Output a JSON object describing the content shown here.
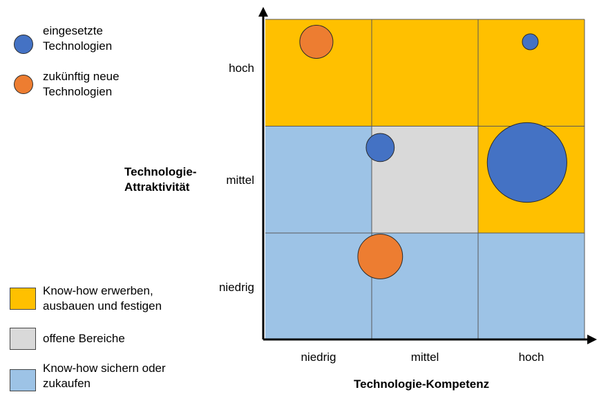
{
  "colors": {
    "orange_zone": "#FFC000",
    "blue_zone": "#9DC3E6",
    "grey_zone": "#D9D9D9",
    "current_tech": "#4472C4",
    "future_tech": "#ED7D31",
    "axis": "#000000",
    "grid": "#595959"
  },
  "legend_top": {
    "current": "eingesetzte Technologien",
    "current_line1": "eingesetzte",
    "current_line2": "Technologien",
    "future": "zukünftig neue Technologien",
    "future_line1": "zukünftig neue",
    "future_line2": "Technologien"
  },
  "legend_bottom": {
    "orange_line1": "Know-how erwerben,",
    "orange_line2": "ausbauen und festigen",
    "grey": "offene Bereiche",
    "blue_line1": "Know-how sichern oder",
    "blue_line2": "zukaufen"
  },
  "axes": {
    "y_title_line1": "Technologie-",
    "y_title_line2": "Attraktivität",
    "x_title": "Technologie-Kompetenz",
    "y_ticks": [
      "hoch",
      "mittel",
      "niedrig"
    ],
    "x_ticks": [
      "niedrig",
      "mittel",
      "hoch"
    ]
  },
  "matrix": {
    "rows": [
      "hoch",
      "mittel",
      "niedrig"
    ],
    "cols": [
      "niedrig",
      "mittel",
      "hoch"
    ],
    "cells": [
      [
        "orange",
        "orange",
        "orange"
      ],
      [
        "blue",
        "grey",
        "orange"
      ],
      [
        "blue",
        "blue",
        "blue"
      ]
    ]
  },
  "bubbles": [
    {
      "kind": "future",
      "x": 0.48,
      "y": 2.79,
      "size": 1.0
    },
    {
      "kind": "current",
      "x": 2.49,
      "y": 2.79,
      "size": 0.48
    },
    {
      "kind": "current",
      "x": 1.08,
      "y": 1.8,
      "size": 0.85
    },
    {
      "kind": "current",
      "x": 2.46,
      "y": 1.66,
      "size": 2.4
    },
    {
      "kind": "future",
      "x": 1.08,
      "y": 0.78,
      "size": 1.35
    }
  ]
}
